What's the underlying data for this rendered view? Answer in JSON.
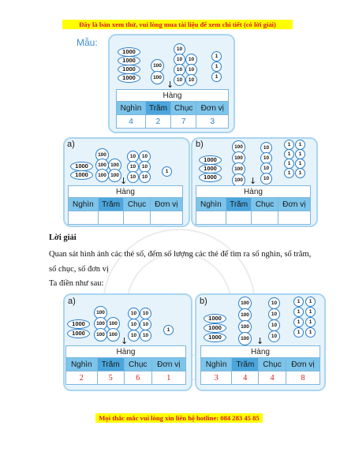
{
  "banner_top": "Đây là bản xem thử, vui lòng mua tài liệu để xem chi tiết (có lời giải)",
  "banner_bottom": "Mọi thắc mắc vui lòng xin liên hệ hotline: 084 283 45 85",
  "example": {
    "label": "Mẫu:",
    "card_1000": "1000",
    "card_100": "100",
    "card_10": "10",
    "card_1": "1",
    "table": {
      "title": "Hàng",
      "headers": [
        "Nghìn",
        "Trăm",
        "Chục",
        "Đơn vị"
      ],
      "values": [
        "4",
        "2",
        "7",
        "3"
      ]
    }
  },
  "exercise_a": {
    "label": "a)",
    "table": {
      "title": "Hàng",
      "headers": [
        "Nghìn",
        "Trăm",
        "Chục",
        "Đơn vị"
      ],
      "values": [
        "",
        "",
        "",
        ""
      ]
    }
  },
  "exercise_b": {
    "label": "b)",
    "table": {
      "title": "Hàng",
      "headers": [
        "Nghìn",
        "Trăm",
        "Chục",
        "Đơn vị"
      ],
      "values": [
        "",
        "",
        "",
        ""
      ]
    }
  },
  "solution": {
    "heading": "Lời giải",
    "paragraph_line1": "Quan sát hình ảnh các thẻ số, đếm số lượng các thẻ để tìm ra số nghìn, số trăm,",
    "paragraph_line2": "số chục, số đơn vị",
    "paragraph_line3": "Ta điền như sau:"
  },
  "answer_a": {
    "label": "a)",
    "table": {
      "title": "Hàng",
      "headers": [
        "Nghìn",
        "Trăm",
        "Chục",
        "Đơn vị"
      ],
      "values": [
        "2",
        "5",
        "6",
        "1"
      ]
    }
  },
  "answer_b": {
    "label": "b)",
    "table": {
      "title": "Hàng",
      "headers": [
        "Nghìn",
        "Trăm",
        "Chục",
        "Đơn vị"
      ],
      "values": [
        "3",
        "4",
        "4",
        "8"
      ]
    }
  },
  "colors": {
    "banner_text": "#d81b1b",
    "banner_bg": "#ffff00",
    "panel_bg": "#e6f3fb",
    "card_border": "#2b7fc9",
    "answer_red": "#d01a1a"
  },
  "icons": {
    "arrow": "arrow-down-icon"
  }
}
